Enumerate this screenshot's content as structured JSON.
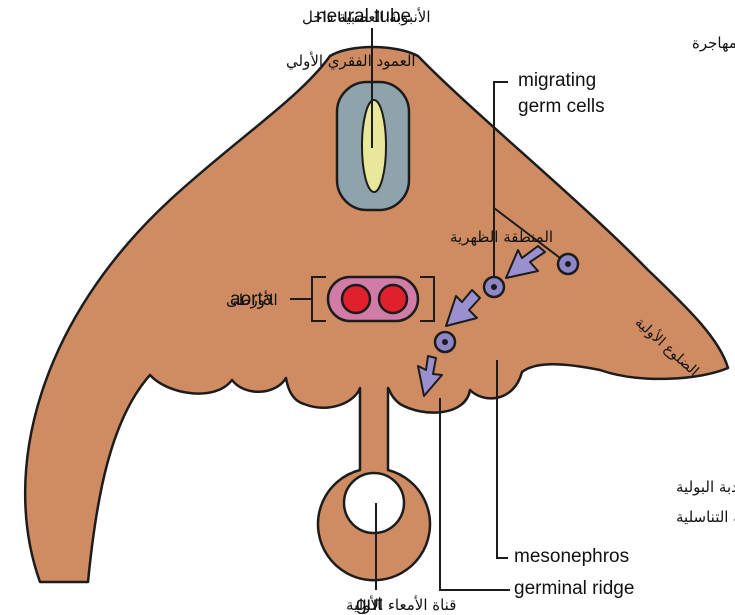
{
  "labels": {
    "neural_tube_en": "neural tube",
    "neural_tube_ar_1": "الأنبوبة العصبية داخل",
    "neural_tube_ar_2": "العمود الفقري الأولي",
    "migrating_ar": "الخلايا التناسلية المهاجرة",
    "migrating_en_1": "migrating",
    "migrating_en_2": "germ cells",
    "dorsal_ar": "المنطقة الظهرية",
    "aorta_en": "aorta",
    "aorta_ar": "الأورطى",
    "somites_ar": "الضلوع الأولية",
    "ridge_ar_1": "الحدبة البولية",
    "ridge_ar_2": "والحدبة التناسلية",
    "mesonephros_en": "mesonephros",
    "germinal_ridge_en": "germinal ridge",
    "gut_en": "gut",
    "gut_ar": "قناة الأمعاء الأولية"
  },
  "colors": {
    "body_fill": "#cf8c63",
    "notochord_fill": "#8fa3ad",
    "neural_tube_fill": "#e9e89a",
    "aorta_fill": "#d07ca6",
    "vessel_fill": "#e0202c",
    "germ_cell_fill": "#8f86c7",
    "arrow_fill": "#9b90cf",
    "outline": "#1c1c1c"
  }
}
